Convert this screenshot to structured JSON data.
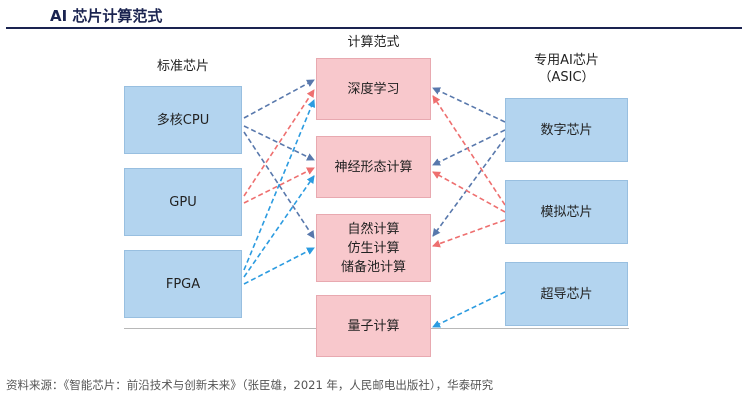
{
  "header": {
    "title": "AI 芯片计算范式"
  },
  "columns": {
    "left": "标准芯片",
    "middle": "计算范式",
    "right": "专用AI芯片\n（ASIC）"
  },
  "left_boxes": [
    {
      "id": "cpu",
      "label": "多核CPU"
    },
    {
      "id": "gpu",
      "label": "GPU"
    },
    {
      "id": "fpga",
      "label": "FPGA"
    }
  ],
  "middle_boxes": [
    {
      "id": "dl",
      "lines": [
        "深度学习"
      ]
    },
    {
      "id": "neuro",
      "lines": [
        "神经形态计算"
      ]
    },
    {
      "id": "natural",
      "lines": [
        "自然计算",
        "仿生计算",
        "储备池计算"
      ]
    },
    {
      "id": "quantum",
      "lines": [
        "量子计算"
      ]
    }
  ],
  "right_boxes": [
    {
      "id": "digital",
      "label": "数字芯片"
    },
    {
      "id": "analog",
      "label": "模拟芯片"
    },
    {
      "id": "super",
      "label": "超导芯片"
    }
  ],
  "colors": {
    "cpu_links": "#5878ac",
    "gpu_links": "#ee6f6f",
    "fpga_links": "#2b9be0",
    "digital_links": "#5878ac",
    "analog_links": "#ee6f6f",
    "super_links": "#2b9be0"
  },
  "links_left": [
    {
      "from": "cpu",
      "to": "dl"
    },
    {
      "from": "cpu",
      "to": "neuro"
    },
    {
      "from": "cpu",
      "to": "natural"
    },
    {
      "from": "gpu",
      "to": "dl"
    },
    {
      "from": "gpu",
      "to": "neuro"
    },
    {
      "from": "fpga",
      "to": "dl"
    },
    {
      "from": "fpga",
      "to": "neuro"
    },
    {
      "from": "fpga",
      "to": "natural"
    }
  ],
  "links_right": [
    {
      "from": "digital",
      "to": "dl"
    },
    {
      "from": "digital",
      "to": "neuro"
    },
    {
      "from": "digital",
      "to": "natural"
    },
    {
      "from": "analog",
      "to": "dl"
    },
    {
      "from": "analog",
      "to": "neuro"
    },
    {
      "from": "analog",
      "to": "natural"
    },
    {
      "from": "super",
      "to": "quantum"
    }
  ],
  "footer": {
    "source": "资料来源：《智能芯片：前沿技术与创新未来》（张臣雄，2021 年，人民邮电出版社），华泰研究"
  }
}
